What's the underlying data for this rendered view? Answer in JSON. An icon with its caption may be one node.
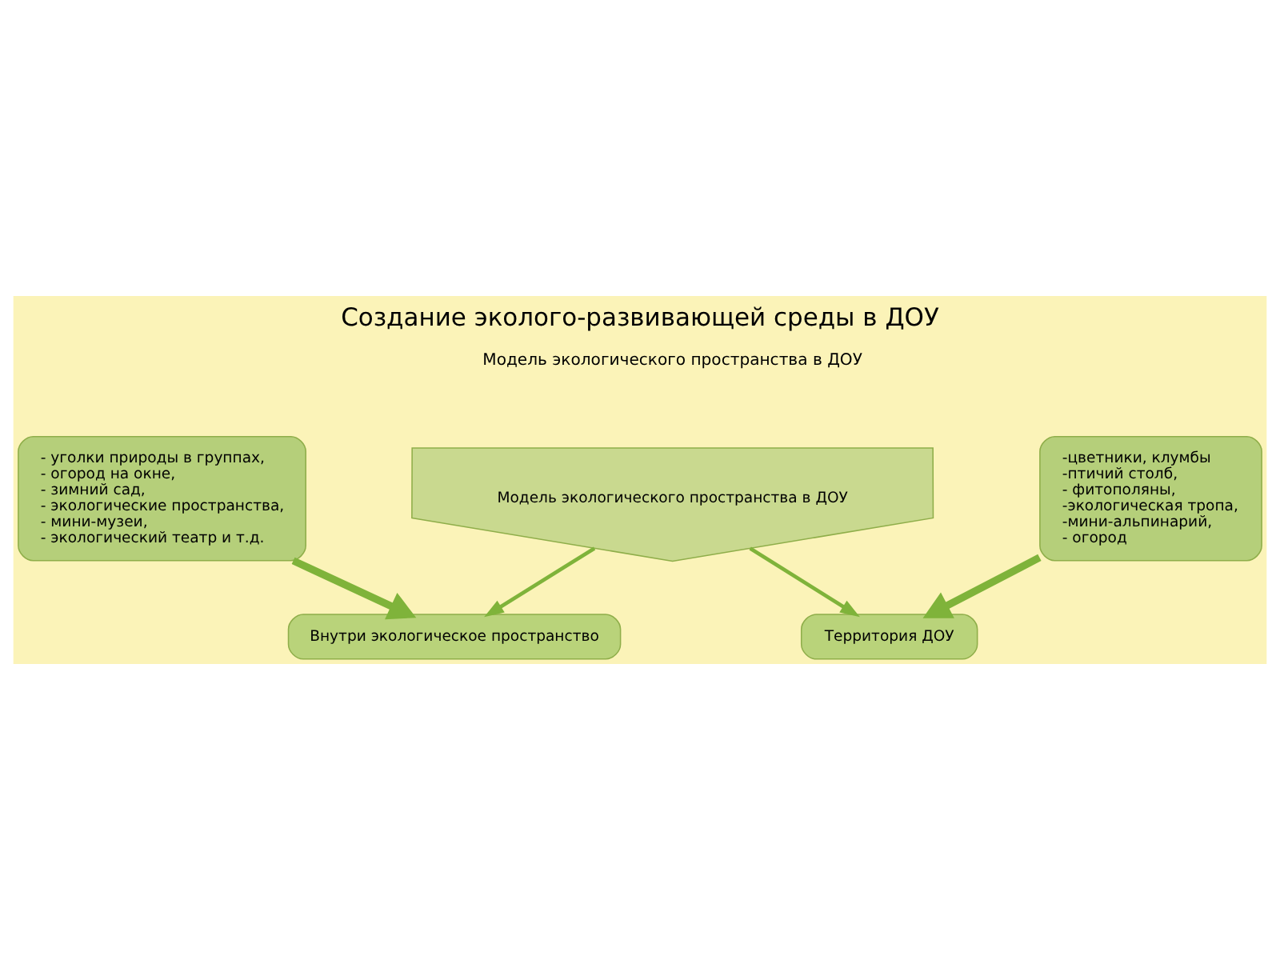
{
  "diagram": {
    "title": "Создание эколого-развивающей среды в ДОУ",
    "nodes": [
      {
        "text": [
          "Модель экологического пространства в ДОУ"
        ]
      },
      {
        "text": [
          "Внутри экологическое пространство"
        ]
      },
      {
        "text": [
          "Территория ДОУ"
        ]
      },
      {
        "text": [
          "- уголки природы в группах,",
          "- огород на окне,",
          "- зимний сад,",
          "- экологические пространства,",
          "- мини-музеи,",
          "- экологический театр и т.д."
        ]
      },
      {
        "text": [
          "-цветники, клумбы",
          "-птичий столб,",
          "- фитополяны,",
          "-экологическая тропа,",
          "-мини-альпинарий,",
          "- огород"
        ]
      }
    ],
    "edges": [
      {
        "from": 0,
        "to": 1,
        "arrow": "to"
      },
      {
        "from": 0,
        "to": 2,
        "arrow": "to"
      },
      {
        "from": 3,
        "to": 1,
        "arrow": "to",
        "style": "thick"
      },
      {
        "from": 4,
        "to": 2,
        "arrow": "to",
        "style": "thick"
      }
    ],
    "labels": [
      "Модель экологического пространства в ДОУ"
    ]
  }
}
